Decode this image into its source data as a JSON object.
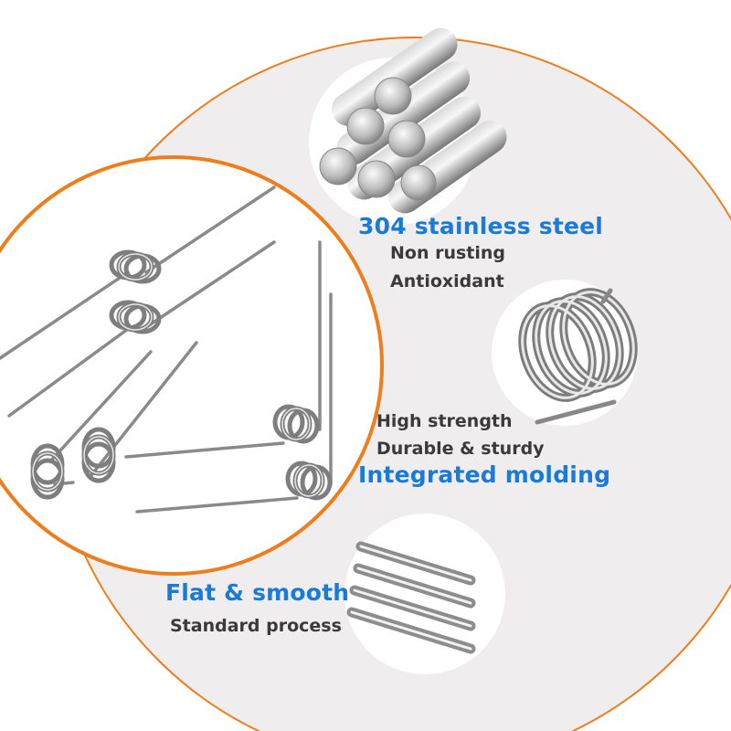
{
  "colors": {
    "ring": "#ee7d1c",
    "panel": "#efedee",
    "accent_text": "#1a7bd6",
    "sub_text": "#3a3a3a"
  },
  "features": {
    "material": {
      "title": "304 stainless steel",
      "points": [
        "Non rusting",
        "Antioxidant"
      ]
    },
    "molding": {
      "points": [
        "High strength",
        "Durable & sturdy"
      ],
      "title": "Integrated molding"
    },
    "finish": {
      "title": "Flat & smooth",
      "points": [
        "Standard process"
      ]
    }
  },
  "images": {
    "main": "torsion-spring-set-illustration",
    "material": "steel-rod-bundle-illustration",
    "molding": "coiled-wire-spring-illustration",
    "finish": "polished-rods-illustration"
  }
}
